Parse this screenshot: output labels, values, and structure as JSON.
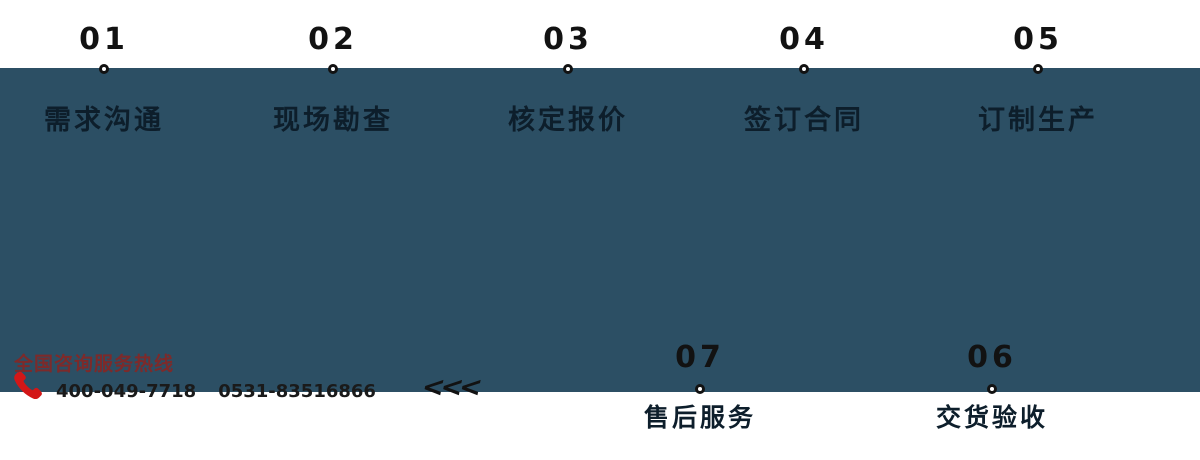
{
  "steps_top": [
    {
      "num": "01",
      "label": "需求沟通"
    },
    {
      "num": "02",
      "label": "现场勘查"
    },
    {
      "num": "03",
      "label": "核定报价"
    },
    {
      "num": "04",
      "label": "签订合同"
    },
    {
      "num": "05",
      "label": "订制生产"
    }
  ],
  "steps_bottom": [
    {
      "num": "07",
      "label": "售后服务"
    },
    {
      "num": "06",
      "label": "交货验收"
    }
  ],
  "hotline": {
    "label": "全国咨询服务热线",
    "phone1": "400-049-7718",
    "phone2": "0531-83516866"
  },
  "flow_arrows": "<<<",
  "colors": {
    "band_bg": "#2c4f64",
    "step_number": "#121212",
    "step_label": "#0d1e2b",
    "hotline_label": "#7d2a2a",
    "phone_icon_red": "#d31717",
    "phone_numbers": "#1a1a1a",
    "circle_fill": "#ffffff",
    "circle_border": "#121212"
  }
}
